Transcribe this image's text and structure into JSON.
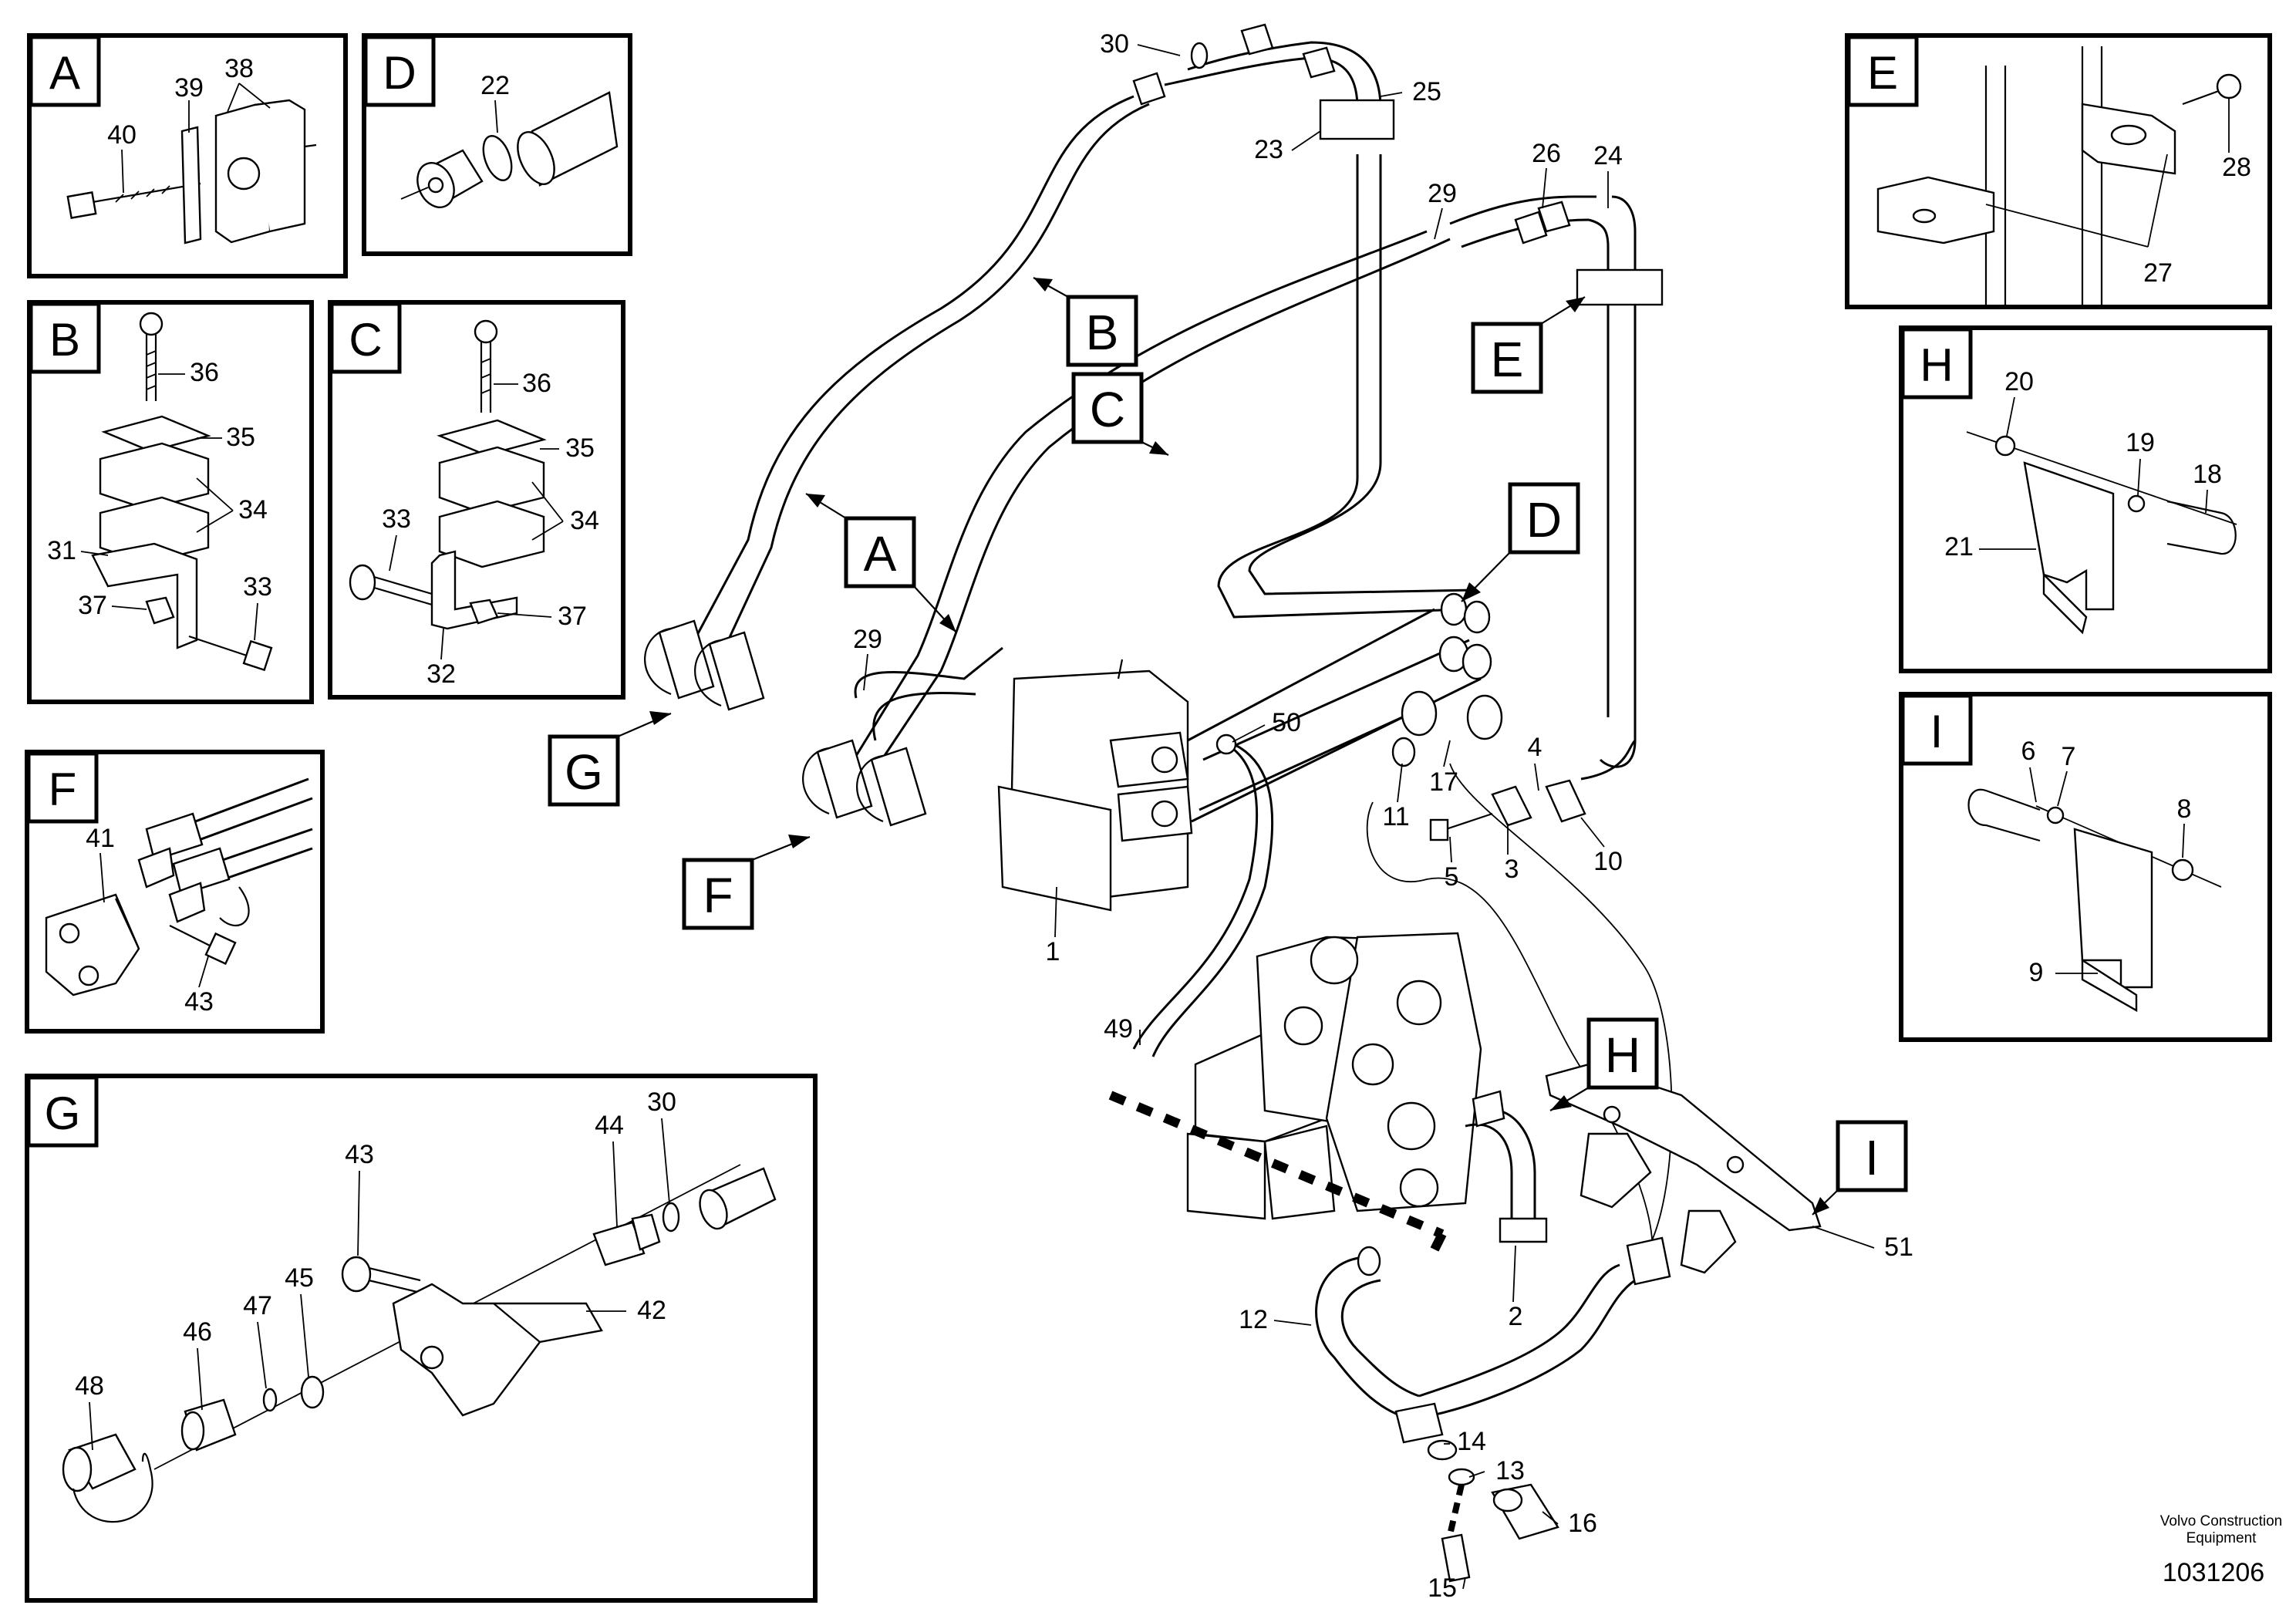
{
  "panels": [
    {
      "id": "A",
      "letter": "A",
      "numbers": [
        "39",
        "38",
        "40"
      ]
    },
    {
      "id": "D",
      "letter": "D",
      "numbers": [
        "22"
      ]
    },
    {
      "id": "B",
      "letter": "B",
      "numbers": [
        "36",
        "35",
        "34",
        "31",
        "37",
        "33"
      ]
    },
    {
      "id": "C",
      "letter": "C",
      "numbers": [
        "36",
        "35",
        "34",
        "33",
        "37",
        "32"
      ]
    },
    {
      "id": "F",
      "letter": "F",
      "numbers": [
        "41",
        "43"
      ]
    },
    {
      "id": "G",
      "letter": "G",
      "numbers": [
        "43",
        "44",
        "30",
        "42",
        "47",
        "45",
        "46",
        "48"
      ]
    },
    {
      "id": "E",
      "letter": "E",
      "numbers": [
        "28",
        "27"
      ]
    },
    {
      "id": "H",
      "letter": "H",
      "numbers": [
        "20",
        "19",
        "18",
        "21"
      ]
    },
    {
      "id": "I",
      "letter": "I",
      "numbers": [
        "6",
        "7",
        "8",
        "9"
      ]
    }
  ],
  "callouts": [
    "B",
    "E",
    "C",
    "D",
    "A",
    "G",
    "F",
    "H",
    "I"
  ],
  "main_numbers": [
    "30",
    "25",
    "23",
    "26",
    "24",
    "29",
    "50",
    "4",
    "17",
    "11",
    "5",
    "3",
    "10",
    "29",
    "1",
    "49",
    "51",
    "2",
    "12",
    "14",
    "13",
    "16",
    "15"
  ],
  "footer": {
    "brand_line1": "Volvo Construction",
    "brand_line2": "Equipment",
    "doc_number": "1031206"
  }
}
